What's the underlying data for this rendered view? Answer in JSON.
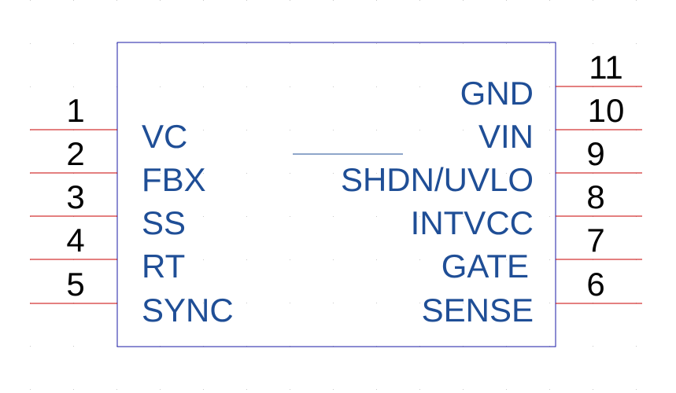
{
  "symbol": {
    "left_pins": [
      {
        "number": "1",
        "name": "VC"
      },
      {
        "number": "2",
        "name": "FBX"
      },
      {
        "number": "3",
        "name": "SS"
      },
      {
        "number": "4",
        "name": "RT"
      },
      {
        "number": "5",
        "name": "SYNC"
      }
    ],
    "right_pins": [
      {
        "number": "11",
        "name": "GND"
      },
      {
        "number": "10",
        "name": "VIN"
      },
      {
        "number": "9",
        "name": "SHDN/UVLO"
      },
      {
        "number": "8",
        "name": "INTVCC"
      },
      {
        "number": "7",
        "name": "GATE"
      },
      {
        "number": "6",
        "name": "SENSE"
      }
    ]
  },
  "colors": {
    "body_outline": "#1a1aa6",
    "pin_line": "#c80000",
    "pin_name": "#1f4e96",
    "pin_number": "#000000",
    "grid_dot": "#c8c8c8"
  }
}
